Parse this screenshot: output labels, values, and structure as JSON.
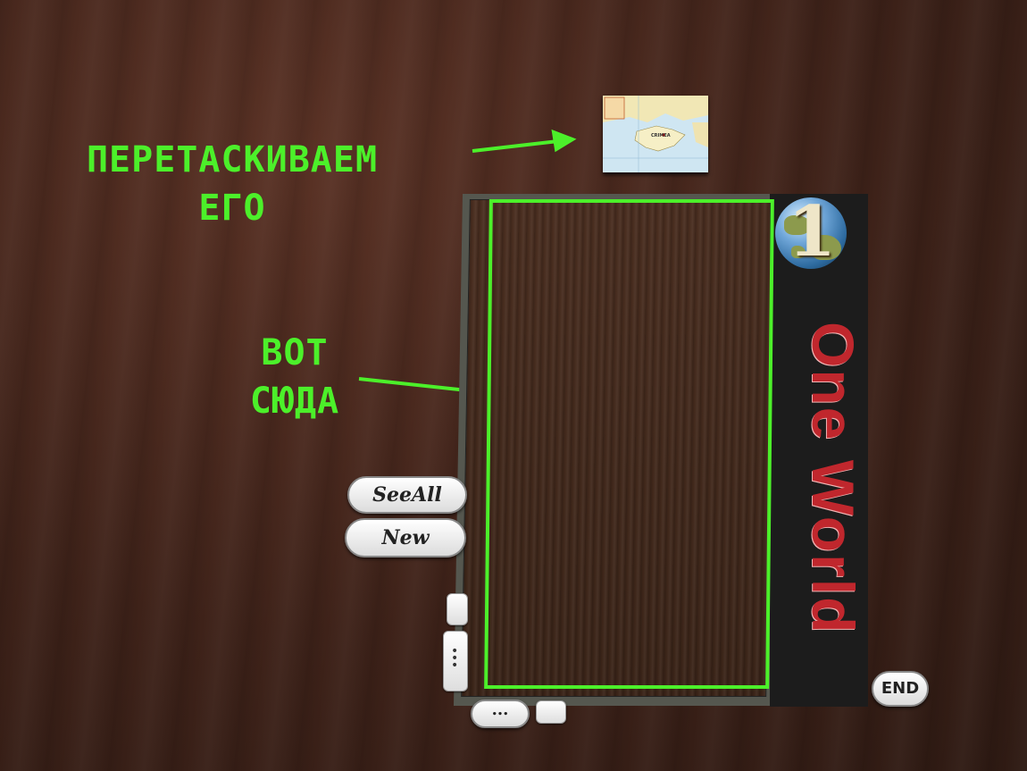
{
  "annotations": {
    "drag_line1": "ПЕРЕТАСКИВАЕМ",
    "drag_line2": "ЕГО",
    "drop_line1": "ВОТ",
    "drop_line2": "СЮДА"
  },
  "buttons": {
    "see_all": "SeeAll",
    "new": "New",
    "end": "END",
    "expand": ">",
    "more": "..."
  },
  "card": {
    "map_label": "CRIMEA"
  },
  "panel": {
    "brand": "One World",
    "badge_number": "1"
  },
  "colors": {
    "annotation_green": "#4cf02a",
    "brand_red": "#c0272d",
    "panel_dark": "#1c1c1c"
  },
  "icons": [
    "globe-icon",
    "arrow-icon",
    "crimea-map-card"
  ]
}
